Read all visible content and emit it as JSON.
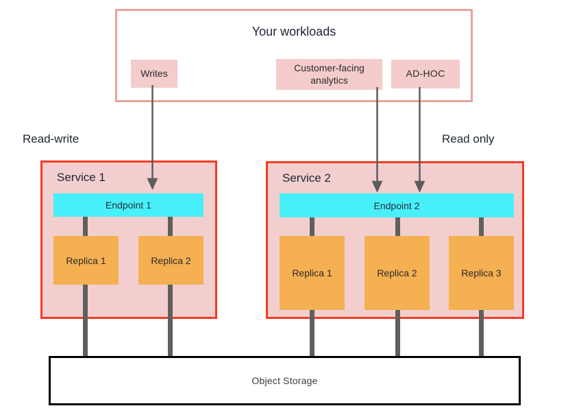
{
  "workloads": {
    "title": "Your workloads",
    "items": [
      {
        "label": "Writes"
      },
      {
        "label": "Customer-facing analytics"
      },
      {
        "label": "AD-HOC"
      }
    ]
  },
  "sections": {
    "left_label": "Read-write",
    "right_label": "Read only"
  },
  "services": [
    {
      "title": "Service 1",
      "endpoint": "Endpoint 1",
      "replicas": [
        "Replica 1",
        "Replica 2"
      ]
    },
    {
      "title": "Service 2",
      "endpoint": "Endpoint 2",
      "replicas": [
        "Replica 1",
        "Replica 2",
        "Replica 3"
      ]
    }
  ],
  "storage": {
    "label": "Object Storage"
  },
  "colors": {
    "workloads_border": "#e8a39d",
    "workload_label_fill": "#f4cccc",
    "service_border": "#f43b24",
    "service_fill": "#f2cfce",
    "endpoint_fill": "#47f0f8",
    "replica_fill": "#f5b052",
    "connector_gray": "#5f5f5f",
    "arrow_gray": "#5c5c5c",
    "storage_border": "#000000"
  }
}
